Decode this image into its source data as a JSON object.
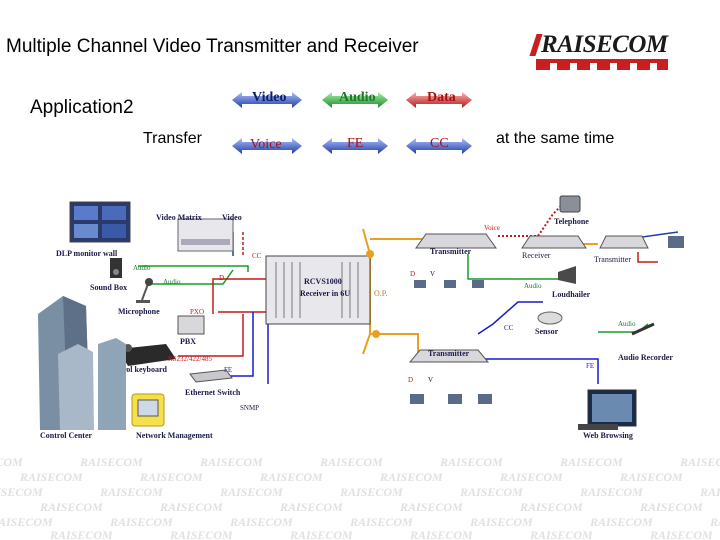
{
  "slide": {
    "title": "Multiple Channel Video Transmitter and Receiver",
    "subheading": "Application2",
    "transfer_label": "Transfer",
    "suffix_label": "at the same time",
    "logo": {
      "text": "RAISECOM",
      "color": "#c8201e"
    }
  },
  "legend": {
    "video": "Video",
    "audio": "Audio",
    "data": "Data",
    "voice": "Voice",
    "fe": "FE",
    "cc": "CC"
  },
  "diagram": {
    "video_matrix": "Video Matrix",
    "video_label": "Video",
    "dlp_wall": "DLP monitor wall",
    "sound_box": "Sound Box",
    "audio_out": "Audio",
    "audio_in": "Audio",
    "microphone": "Microphone",
    "pbx": "PBX",
    "pxo": "PXO",
    "control_keyboard": "Control keyboard",
    "rs_label": "RS232/422/485",
    "ethernet_switch": "Ethernet Switch",
    "snmp": "SNMP",
    "control_center": "Control Center",
    "network_management": "Network Management",
    "receiver_name": "RCVS1000",
    "receiver_desc": "Receiver in 6U",
    "op": "O.P.",
    "cc_label": "CC",
    "d_label": "D",
    "v_label": "V",
    "fe_label": "FE",
    "transmitter": "Transmitter",
    "transmitter_lower": "Transmitter",
    "transmitter_right": "Transmitter",
    "receiver_small": "Receiver",
    "telephone": "Telephone",
    "voice_label": "Voice",
    "audio_right": "Audio",
    "loudhailer": "Loudhailer",
    "sensor": "Sensor",
    "cc_sensor": "CC",
    "audio_recorder_audio": "Audio",
    "audio_recorder": "Audio Recorder",
    "web_browsing": "Web Browsing",
    "fe_right": "FE"
  },
  "watermark": {
    "text": "RAISECOM"
  },
  "colors": {
    "video": "#1f3fa0",
    "audio": "#1a9a2a",
    "data": "#c41a1a",
    "fe": "#1a1ac8",
    "voice": "#c41a1a",
    "cc": "#c41a1a"
  }
}
